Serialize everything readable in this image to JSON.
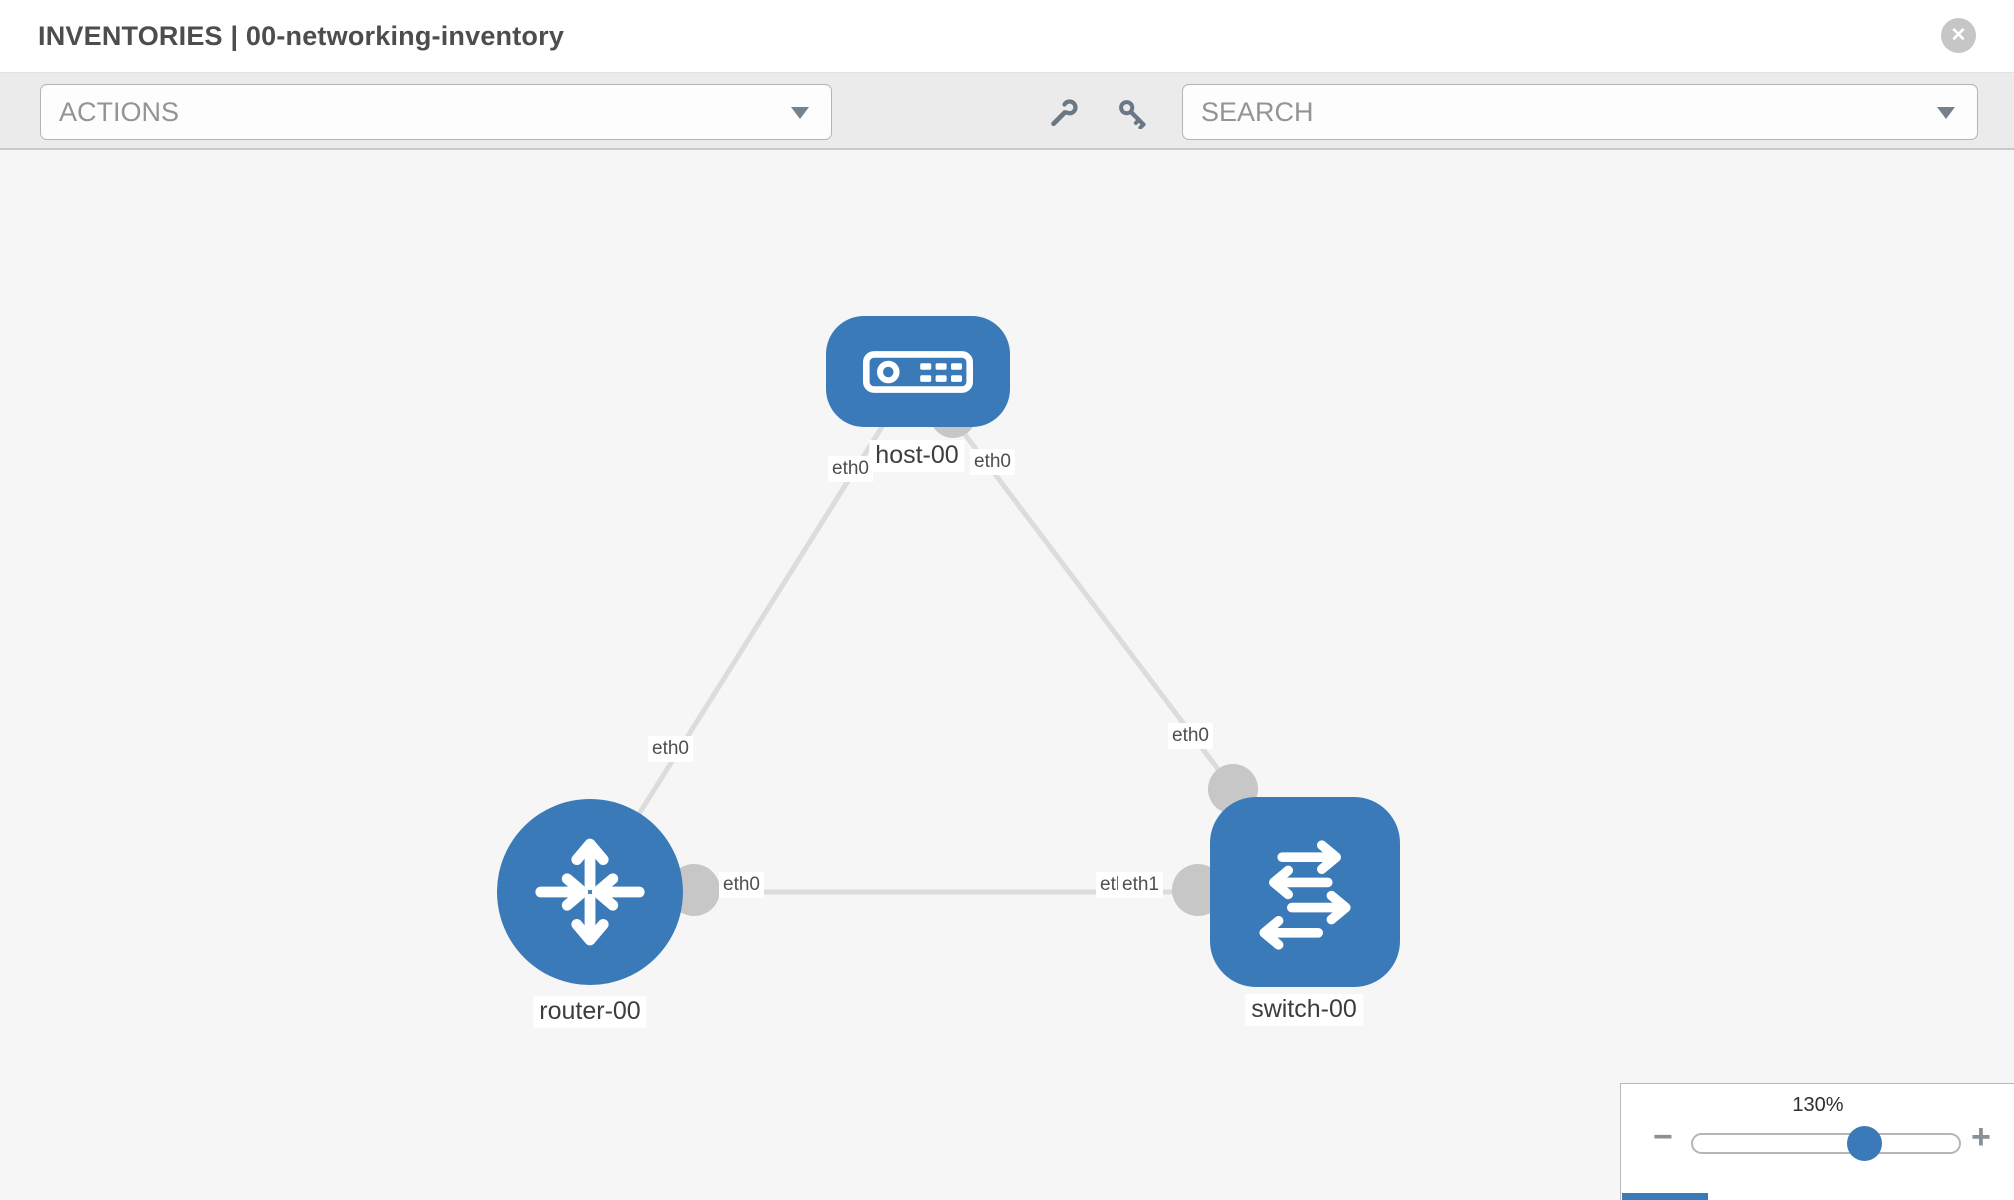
{
  "header": {
    "title": "INVENTORIES | 00-networking-inventory",
    "close_glyph": "✕"
  },
  "toolbar": {
    "actions": {
      "placeholder": "ACTIONS"
    },
    "search": {
      "placeholder": "SEARCH"
    },
    "icons": [
      "wrench-icon",
      "key-icon"
    ]
  },
  "topology": {
    "nodes": [
      {
        "id": "host-00",
        "type": "host",
        "label": "host-00"
      },
      {
        "id": "router-00",
        "type": "router",
        "label": "router-00"
      },
      {
        "id": "switch-00",
        "type": "switch",
        "label": "switch-00"
      }
    ],
    "links": [
      {
        "source": "host-00",
        "target": "router-00",
        "source_interface": "eth0",
        "target_interface": "eth0"
      },
      {
        "source": "host-00",
        "target": "switch-00",
        "source_interface": "eth0",
        "target_interface": "eth0"
      },
      {
        "source": "router-00",
        "target": "switch-00",
        "source_interface": "eth0",
        "target_interface": "eth1"
      }
    ],
    "interface_chips": {
      "host_end_to_router": "eth0",
      "router_end_to_host": "eth0",
      "host_end_to_switch": "eth0",
      "switch_end_to_host": "eth0",
      "router_end_to_switch": "eth0",
      "switch_end_hidden": "eth0",
      "switch_end_to_router": "eth1"
    }
  },
  "zoom_control": {
    "level": "130%",
    "minus_label": "−",
    "plus_label": "+"
  },
  "colors": {
    "node_blue": "#3a7ab9",
    "link_gray": "#dcdcdc",
    "interface_gray": "#c7c7c7",
    "toolbar_gray": "#ebebeb",
    "canvas_gray": "#f6f6f6"
  }
}
